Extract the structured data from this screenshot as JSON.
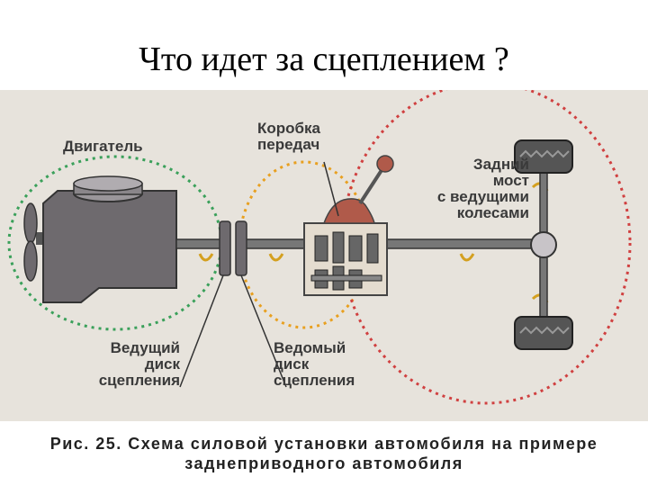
{
  "slide": {
    "title": "Что идет за сцеплением ?"
  },
  "figure": {
    "labels": {
      "engine": "Двигатель",
      "gearbox": "Коробка\nпередач",
      "rear_axle": "Задний\nмост\nс ведущими\nколесами",
      "driving_disc": "Ведущий\nдиск\nсцепления",
      "driven_disc": "Ведомый\nдиск\nсцепления"
    },
    "caption_line1": "Рис. 25. Схема силовой установки автомобиля на примере",
    "caption_line2": "заднеприводного автомобиля"
  },
  "colors": {
    "engine_ring": "#3aa05a",
    "gearbox_ring": "#e8a020",
    "axle_ring": "#d04040",
    "body_gray": "#6e6a6e",
    "shift_knob": "#b05a4a"
  }
}
